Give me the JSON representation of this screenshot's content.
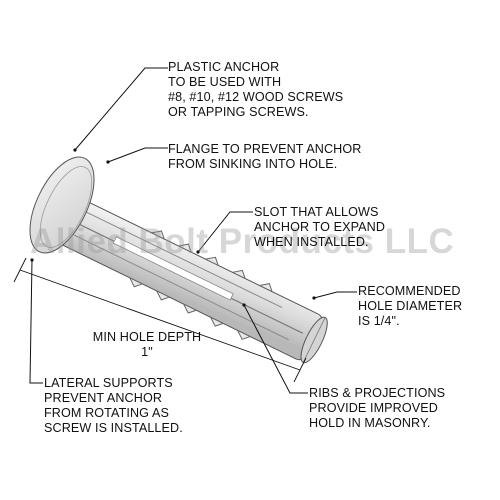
{
  "callouts": {
    "plastic_anchor": [
      "PLASTIC ANCHOR",
      "TO BE USED WITH",
      "#8, #10, #12 WOOD SCREWS",
      "OR TAPPING SCREWS."
    ],
    "flange": [
      "FLANGE TO PREVENT ANCHOR",
      "FROM SINKING INTO HOLE."
    ],
    "slot": [
      "SLOT THAT ALLOWS",
      "ANCHOR TO EXPAND",
      "WHEN INSTALLED."
    ],
    "hole_diameter": [
      "RECOMMENDED",
      "HOLE DIAMETER",
      "IS 1/4\"."
    ],
    "min_depth": [
      "MIN HOLE DEPTH",
      "1\""
    ],
    "lateral_supports": [
      "LATERAL SUPPORTS",
      "PREVENT ANCHOR",
      "FROM ROTATING AS",
      "SCREW IS INSTALLED."
    ],
    "ribs": [
      "RIBS & PROJECTIONS",
      "PROVIDE IMPROVED",
      "HOLD IN MASONRY."
    ]
  },
  "watermark": "Allied Bolt Products LLC"
}
